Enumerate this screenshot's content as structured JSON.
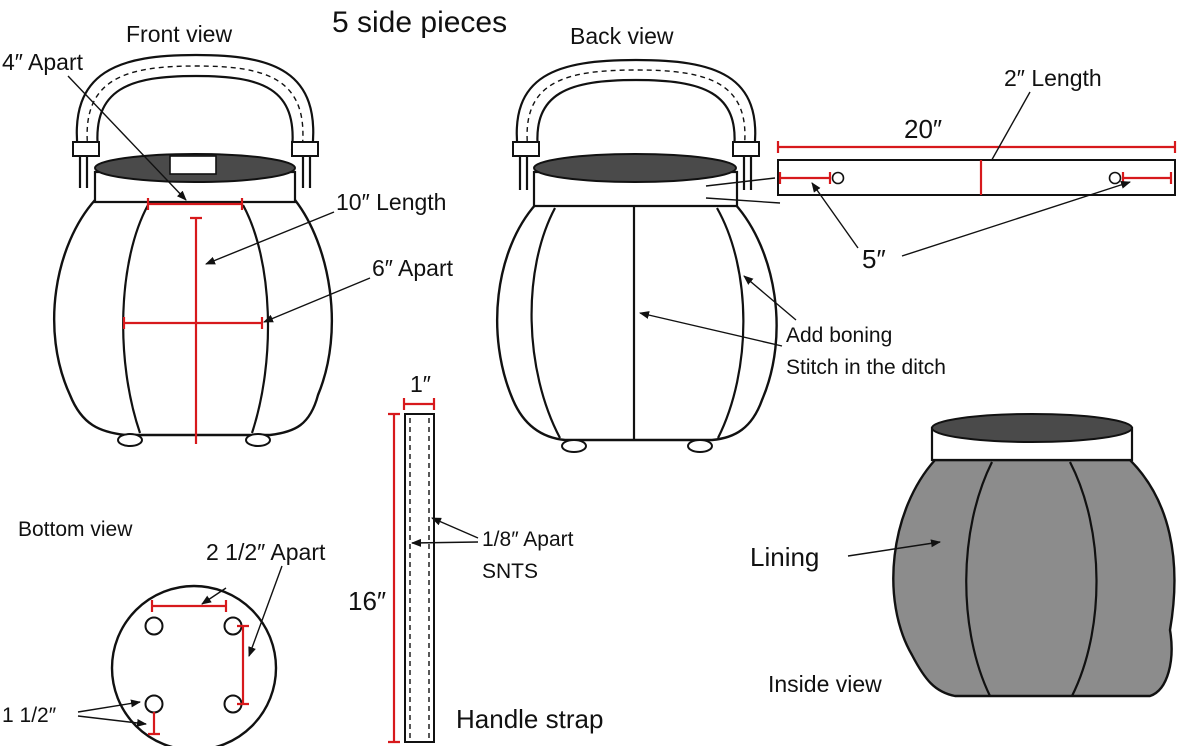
{
  "title": "5 side pieces",
  "colors": {
    "measure": "#d7191c",
    "outline": "#111111",
    "lining": "#8c8c8c",
    "opening": "#4a4a4a"
  },
  "front": {
    "heading": "Front view",
    "apart_4": "4″ Apart",
    "length_10": "10″ Length",
    "apart_6": "6″ Apart"
  },
  "back": {
    "heading": "Back view",
    "annotation_line1": "Add boning",
    "annotation_line2": "Stitch in the ditch"
  },
  "band": {
    "width_label": "20″",
    "center_label": "2″ Length",
    "end_label": "5″"
  },
  "bottom": {
    "heading": "Bottom view",
    "apart_label": "2 1/2″ Apart",
    "edge_label": "1 1/2″"
  },
  "strap": {
    "width_label": "1″",
    "length_label": "16″",
    "seam_line1": "1/8″  Apart",
    "seam_line2": "SNTS",
    "name": "Handle strap"
  },
  "inside": {
    "heading": "Inside view",
    "lining_label": "Lining"
  }
}
